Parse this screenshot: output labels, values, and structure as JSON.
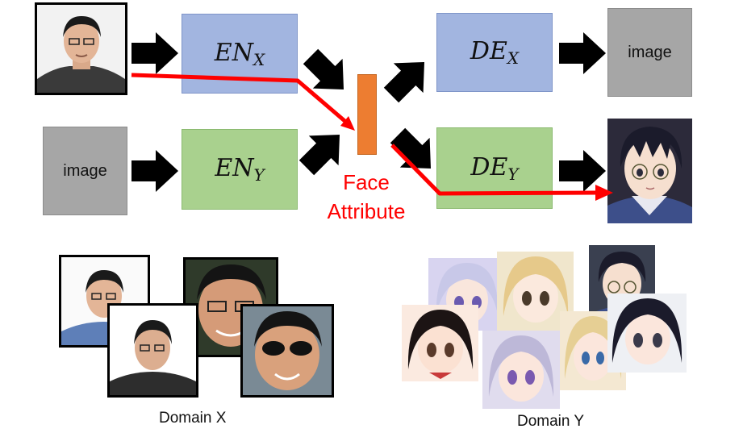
{
  "encoders": {
    "x": {
      "base": "EN",
      "sub": "X"
    },
    "y": {
      "base": "EN",
      "sub": "Y"
    }
  },
  "decoders": {
    "x": {
      "base": "DE",
      "sub": "X"
    },
    "y": {
      "base": "DE",
      "sub": "Y"
    }
  },
  "placeholders": {
    "input_y": "image",
    "output_x": "image"
  },
  "latent": {
    "label_line1": "Face",
    "label_line2": "Attribute",
    "color": "#ed7d31"
  },
  "captions": {
    "domain_x": "Domain X",
    "domain_y": "Domain Y"
  },
  "colors": {
    "path": "#ff0000",
    "encoder_x": "#a2b5e0",
    "encoder_y": "#a9d18e",
    "placeholder": "#a6a6a6"
  }
}
